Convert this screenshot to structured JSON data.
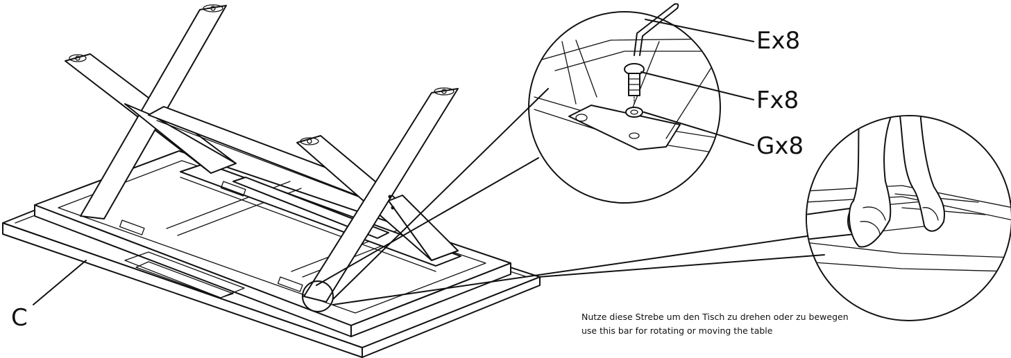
{
  "labels": {
    "part_c": "C",
    "part_e": "Ex8",
    "part_f": "Fx8",
    "part_g": "Gx8"
  },
  "caption": {
    "german": "Nutze diese Strebe um den Tisch zu drehen oder zu bewegen",
    "english": "use this bar for rotating or moving the table"
  }
}
